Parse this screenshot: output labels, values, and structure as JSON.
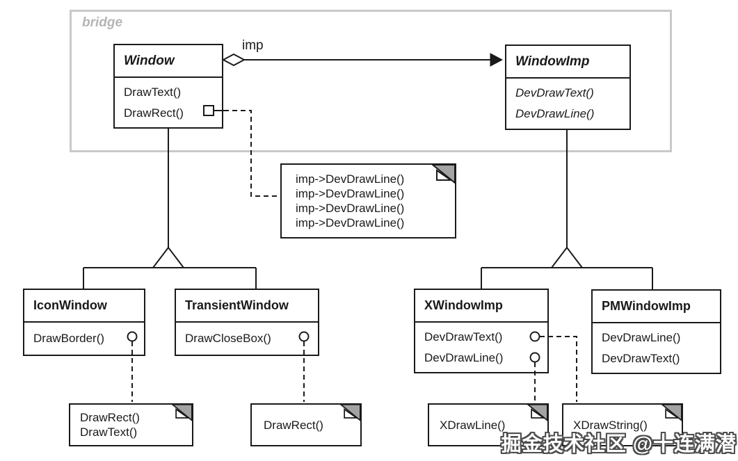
{
  "frame": {
    "label": "bridge"
  },
  "association": {
    "label": "imp"
  },
  "classes": {
    "window": {
      "name": "Window",
      "methods": [
        "DrawText()",
        "DrawRect()"
      ]
    },
    "window_imp": {
      "name": "WindowImp",
      "methods": [
        "DevDrawText()",
        "DevDrawLine()"
      ]
    },
    "icon_window": {
      "name": "IconWindow",
      "methods": [
        "DrawBorder()"
      ]
    },
    "transient_window": {
      "name": "TransientWindow",
      "methods": [
        "DrawCloseBox()"
      ]
    },
    "x_window_imp": {
      "name": "XWindowImp",
      "methods": [
        "DevDrawText()",
        "DevDrawLine()"
      ]
    },
    "pm_window_imp": {
      "name": "PMWindowImp",
      "methods": [
        "DevDrawLine()",
        "DevDrawText()"
      ]
    }
  },
  "notes": {
    "imp_note": {
      "lines": [
        "imp->DevDrawLine()",
        "imp->DevDrawLine()",
        "imp->DevDrawLine()",
        "imp->DevDrawLine()"
      ]
    },
    "icon_note": {
      "lines": [
        "DrawRect()",
        "DrawText()"
      ]
    },
    "transient_note": {
      "lines": [
        "DrawRect()"
      ]
    },
    "xdrawline_note": {
      "lines": [
        "XDrawLine()"
      ]
    },
    "xdrawstring_note": {
      "lines": [
        "XDrawString()"
      ]
    }
  },
  "watermark": {
    "text": "掘金技术社区 @十连满潜"
  },
  "colors": {
    "line": "#1a1a1a",
    "frame_border": "#c9c9c9",
    "frame_label": "#b5b5b5",
    "note_fold": "#a3a3a3",
    "background": "#ffffff",
    "watermark_fill": "#ffffff",
    "watermark_outline": "#4d4d4d"
  }
}
